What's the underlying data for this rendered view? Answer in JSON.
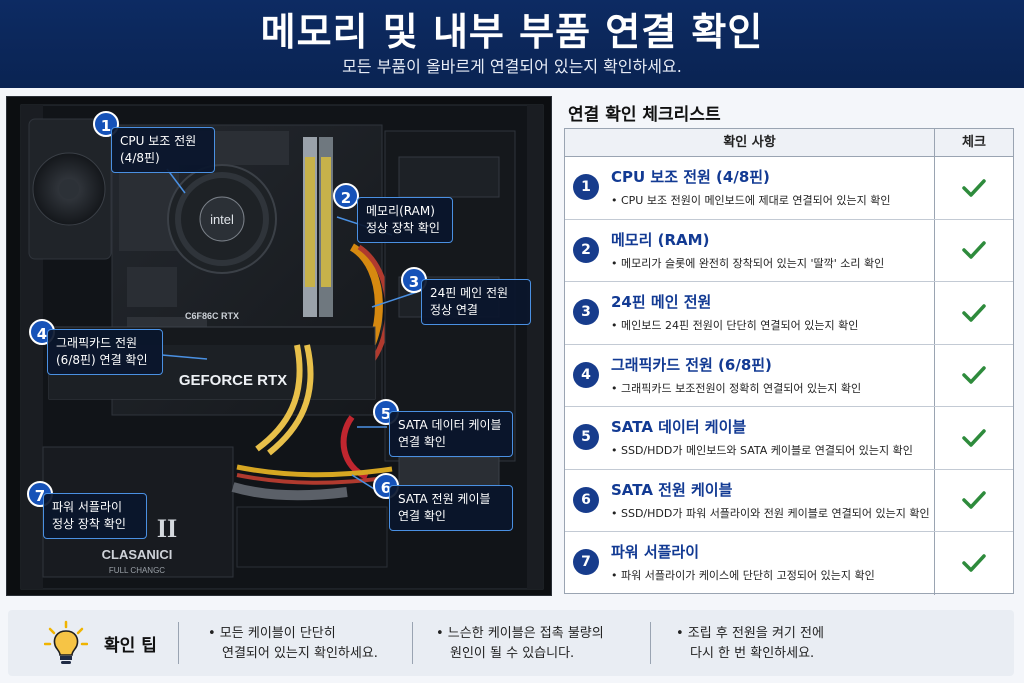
{
  "header": {
    "title": "메모리 및 내부 부품 연결 확인",
    "subtitle": "모든 부품이 올바르게 연결되어 있는지 확인하세요."
  },
  "photo": {
    "cpu_brand": "intel",
    "gpu_text": "GEFORCE RTX",
    "gpu_small_text": "C6F86C RTX",
    "psu_text": "CLASANICI",
    "psu_sub": "FULL CHANGC",
    "psu_mark": "II",
    "callouts": [
      {
        "num": "1",
        "line1": "CPU 보조 전원",
        "line2": "(4/8핀)"
      },
      {
        "num": "2",
        "line1": "메모리(RAM)",
        "line2": "정상 장착 확인"
      },
      {
        "num": "3",
        "line1": "24핀 메인 전원",
        "line2": "정상 연결"
      },
      {
        "num": "4",
        "line1": "그래픽카드 전원",
        "line2": "(6/8핀) 연결 확인"
      },
      {
        "num": "5",
        "line1": "SATA 데이터 케이블",
        "line2": "연결 확인"
      },
      {
        "num": "6",
        "line1": "SATA 전원 케이블",
        "line2": "연결 확인"
      },
      {
        "num": "7",
        "line1": "파워 서플라이",
        "line2": "정상 장착 확인"
      }
    ]
  },
  "checklist": {
    "title": "연결 확인 체크리스트",
    "col_item": "확인 사항",
    "col_check": "체크",
    "check_color": "#2e8b3c",
    "rows": [
      {
        "num": "1",
        "title": "CPU 보조 전원 (4/8핀)",
        "desc": "• CPU 보조 전원이 메인보드에 제대로 연결되어 있는지 확인",
        "checked": true
      },
      {
        "num": "2",
        "title": "메모리 (RAM)",
        "desc": "• 메모리가 슬롯에 완전히 장착되어 있는지 '딸깍' 소리 확인",
        "checked": true
      },
      {
        "num": "3",
        "title": "24핀 메인 전원",
        "desc": "• 메인보드 24핀 전원이 단단히 연결되어 있는지 확인",
        "checked": true
      },
      {
        "num": "4",
        "title": "그래픽카드 전원 (6/8핀)",
        "desc": "• 그래픽카드 보조전원이 정확히 연결되어 있는지 확인",
        "checked": true
      },
      {
        "num": "5",
        "title": "SATA 데이터 케이블",
        "desc": "• SSD/HDD가 메인보드와 SATA 케이블로 연결되어 있는지 확인",
        "checked": true
      },
      {
        "num": "6",
        "title": "SATA 전원 케이블",
        "desc": "• SSD/HDD가 파워 서플라이와 전원 케이블로 연결되어 있는지 확인",
        "checked": true
      },
      {
        "num": "7",
        "title": "파워 서플라이",
        "desc": "• 파워 서플라이가 케이스에 단단히 고정되어 있는지 확인",
        "checked": true
      }
    ]
  },
  "tips": {
    "label": "확인 팁",
    "items": [
      {
        "line1": "• 모든 케이블이 단단히",
        "line2": "연결되어 있는지 확인하세요."
      },
      {
        "line1": "• 느슨한 케이블은 접촉 불량의",
        "line2": "원인이 될 수 있습니다."
      },
      {
        "line1": "• 조립 후 전원을 켜기 전에",
        "line2": "다시 한 번 확인하세요."
      }
    ]
  }
}
